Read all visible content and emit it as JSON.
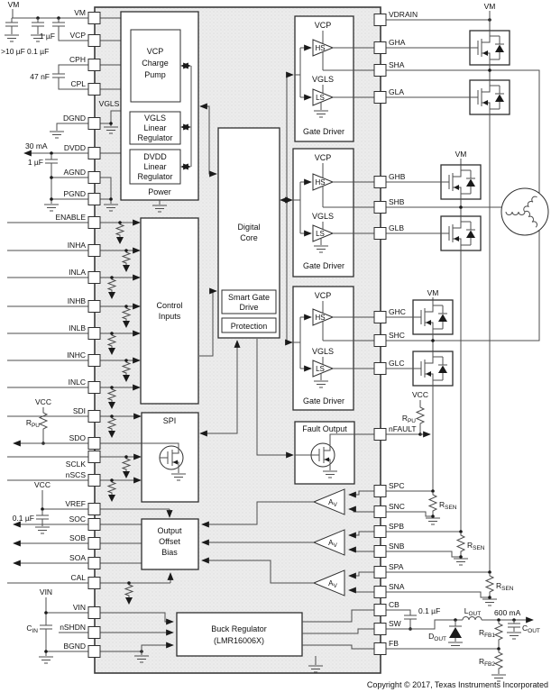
{
  "pins": {
    "left": [
      "VM",
      "VCP",
      "CPH",
      "CPL",
      "DGND",
      "DVDD",
      "AGND",
      "PGND",
      "ENABLE",
      "INHA",
      "INLA",
      "INHB",
      "INLB",
      "INHC",
      "INLC",
      "SDI",
      "SDO",
      "SCLK",
      "nSCS",
      "VREF",
      "SOC",
      "SOB",
      "SOA",
      "CAL",
      "VIN",
      "nSHDN",
      "BGND"
    ],
    "right": [
      "VDRAIN",
      "GHA",
      "SHA",
      "GLA",
      "GHB",
      "SHB",
      "GLB",
      "GHC",
      "SHC",
      "GLC",
      "nFAULT",
      "SPC",
      "SNC",
      "SPB",
      "SNB",
      "SPA",
      "SNA",
      "CB",
      "SW",
      "FB"
    ]
  },
  "blocks": {
    "power_group": "Power",
    "charge_pump": [
      "VCP",
      "Charge",
      "Pump"
    ],
    "vgls_regulator": [
      "VGLS",
      "Linear",
      "Regulator"
    ],
    "dvdd_regulator": [
      "DVDD",
      "Linear",
      "Regulator"
    ],
    "digital_core": [
      "Digital",
      "Core"
    ],
    "control_inputs": [
      "Control",
      "Inputs"
    ],
    "smart_gate_drive": [
      "Smart Gate",
      "Drive"
    ],
    "protection": "Protection",
    "spi": "SPI",
    "output_offset_bias": [
      "Output",
      "Offset",
      "Bias"
    ],
    "buck_regulator": [
      "Buck Regulator",
      "(LMR16006X)"
    ],
    "gate_driver": "Gate Driver",
    "fault_output": "Fault Output",
    "hs_driver": "HS",
    "ls_driver": "LS",
    "amp_gain": {
      "base": "A",
      "sub": "V"
    }
  },
  "net_labels": {
    "vm": "VM",
    "vcc": "VCC",
    "vin": "VIN",
    "vcp": "VCP",
    "vgls": "VGLS"
  },
  "components": {
    "bulk_cap": ">10 µF",
    "vm_cap": "0.1 µF",
    "vcp_cap": "1 µF",
    "flying_cap": "47 nF",
    "dvdd_current": "30 mA",
    "dvdd_cap": "1 µF",
    "vref_cap": "0.1 µF",
    "boot_cap": "0.1 µF",
    "out_current": "600 mA",
    "cin": {
      "base": "C",
      "sub": "IN"
    },
    "rpu": {
      "base": "R",
      "sub": "PU"
    },
    "rsen": {
      "base": "R",
      "sub": "SEN"
    },
    "lout": {
      "base": "L",
      "sub": "OUT"
    },
    "dout": {
      "base": "D",
      "sub": "OUT"
    },
    "cout": {
      "base": "C",
      "sub": "OUT"
    },
    "rfb1": {
      "base": "R",
      "sub": "FB1"
    },
    "rfb2": {
      "base": "R",
      "sub": "FB2"
    }
  },
  "footer": {
    "copyright": "Copyright © 2017, Texas Instruments Incorporated"
  }
}
